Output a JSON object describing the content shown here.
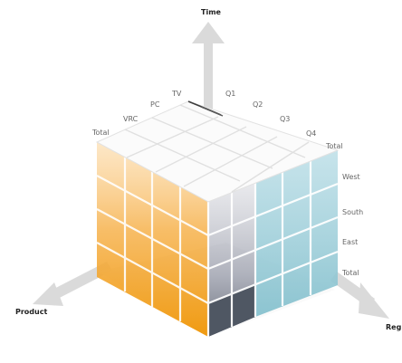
{
  "axes": {
    "time": "Time",
    "product": "Product",
    "region": "Regi"
  },
  "time_labels": [
    "Q1",
    "Q2",
    "Q3",
    "Q4",
    "Total"
  ],
  "product_labels": [
    "Total",
    "VRC",
    "PC",
    "TV"
  ],
  "region_labels": [
    "West",
    "South",
    "East",
    "Total"
  ],
  "colors": {
    "arrow": "#d9d9d9",
    "top_face": "#fbfbfb",
    "grid_line": "#e6e6e6",
    "orange_light": "#f8c57e",
    "orange_dark": "#f2a11d",
    "gray_light": "#bfbfc7",
    "gray_dark": "#58606c",
    "teal_light": "#cfe6ec",
    "teal_dark": "#79b9c7"
  }
}
